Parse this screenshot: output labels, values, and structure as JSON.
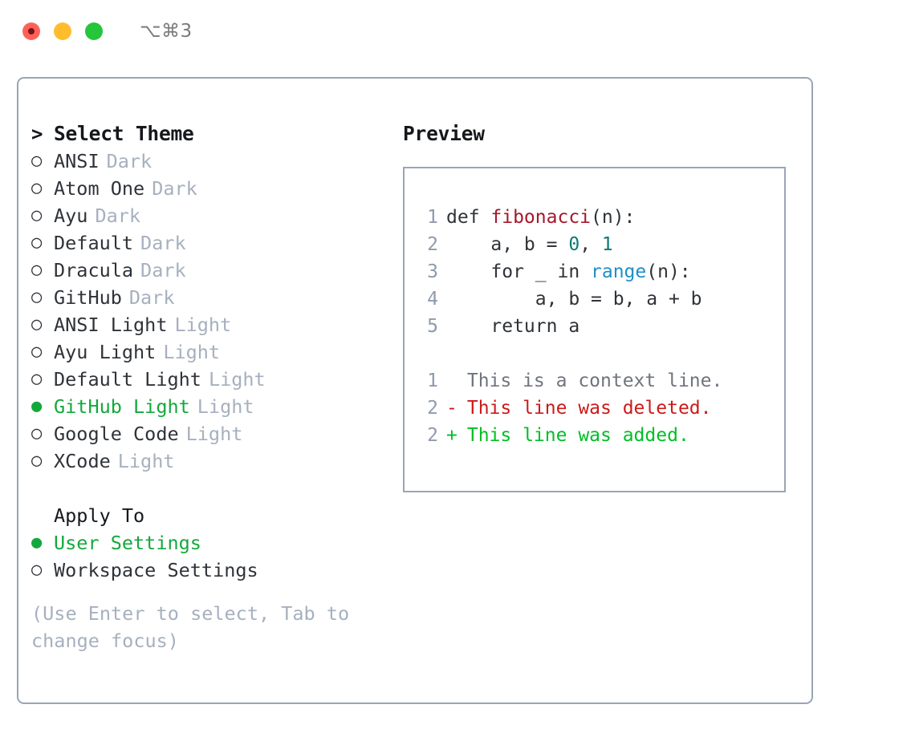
{
  "window": {
    "traffic_lights": [
      "close",
      "minimize",
      "zoom"
    ],
    "shortcut": "⌥⌘3"
  },
  "theme_picker": {
    "caret": ">",
    "title": "Select Theme",
    "radio_empty": "○",
    "radio_filled": "●",
    "items": [
      {
        "name": "ANSI",
        "variant": "Dark",
        "selected": false
      },
      {
        "name": "Atom One",
        "variant": "Dark",
        "selected": false
      },
      {
        "name": "Ayu",
        "variant": "Dark",
        "selected": false
      },
      {
        "name": "Default",
        "variant": "Dark",
        "selected": false
      },
      {
        "name": "Dracula",
        "variant": "Dark",
        "selected": false
      },
      {
        "name": "GitHub",
        "variant": "Dark",
        "selected": false
      },
      {
        "name": "ANSI Light",
        "variant": "Light",
        "selected": false
      },
      {
        "name": "Ayu Light",
        "variant": "Light",
        "selected": false
      },
      {
        "name": "Default Light",
        "variant": "Light",
        "selected": false
      },
      {
        "name": "GitHub Light",
        "variant": "Light",
        "selected": true
      },
      {
        "name": "Google Code",
        "variant": "Light",
        "selected": false
      },
      {
        "name": "XCode",
        "variant": "Light",
        "selected": false
      }
    ]
  },
  "apply_to": {
    "label": "Apply To",
    "options": [
      {
        "name": "User Settings",
        "selected": true
      },
      {
        "name": "Workspace Settings",
        "selected": false
      }
    ]
  },
  "hint": "(Use Enter to select, Tab to change focus)",
  "preview": {
    "title": "Preview",
    "code_lines": [
      {
        "no": "1",
        "tokens": [
          {
            "t": "def ",
            "c": "plain"
          },
          {
            "t": "fibonacci",
            "c": "fn"
          },
          {
            "t": "(n):",
            "c": "plain"
          }
        ]
      },
      {
        "no": "2",
        "tokens": [
          {
            "t": "    a, b = ",
            "c": "plain"
          },
          {
            "t": "0",
            "c": "num"
          },
          {
            "t": ", ",
            "c": "plain"
          },
          {
            "t": "1",
            "c": "num"
          }
        ]
      },
      {
        "no": "3",
        "tokens": [
          {
            "t": "    for _ in ",
            "c": "plain"
          },
          {
            "t": "range",
            "c": "call"
          },
          {
            "t": "(n):",
            "c": "plain"
          }
        ]
      },
      {
        "no": "4",
        "tokens": [
          {
            "t": "        a, b = b, a + b",
            "c": "plain"
          }
        ]
      },
      {
        "no": "5",
        "tokens": [
          {
            "t": "    return a",
            "c": "plain"
          }
        ]
      }
    ],
    "diff_lines": [
      {
        "no": "1",
        "sign": " ",
        "text": "This is a context line.",
        "kind": "context"
      },
      {
        "no": "2",
        "sign": "-",
        "text": "This line was deleted.",
        "kind": "deleted"
      },
      {
        "no": "2",
        "sign": "+",
        "text": "This line was added.",
        "kind": "added"
      }
    ]
  },
  "colors": {
    "selection_green": "#14a83c",
    "border": "#9aa5b6",
    "muted": "#a6b0bf",
    "line_number": "#8e9aad",
    "code_text": "#2f3338",
    "token_function": "#a6172c",
    "token_number": "#0d7a78",
    "token_call": "#1d8fc6",
    "diff_deleted": "#cc1a1a",
    "diff_added": "#00bf25",
    "diff_context": "#6f757d"
  }
}
